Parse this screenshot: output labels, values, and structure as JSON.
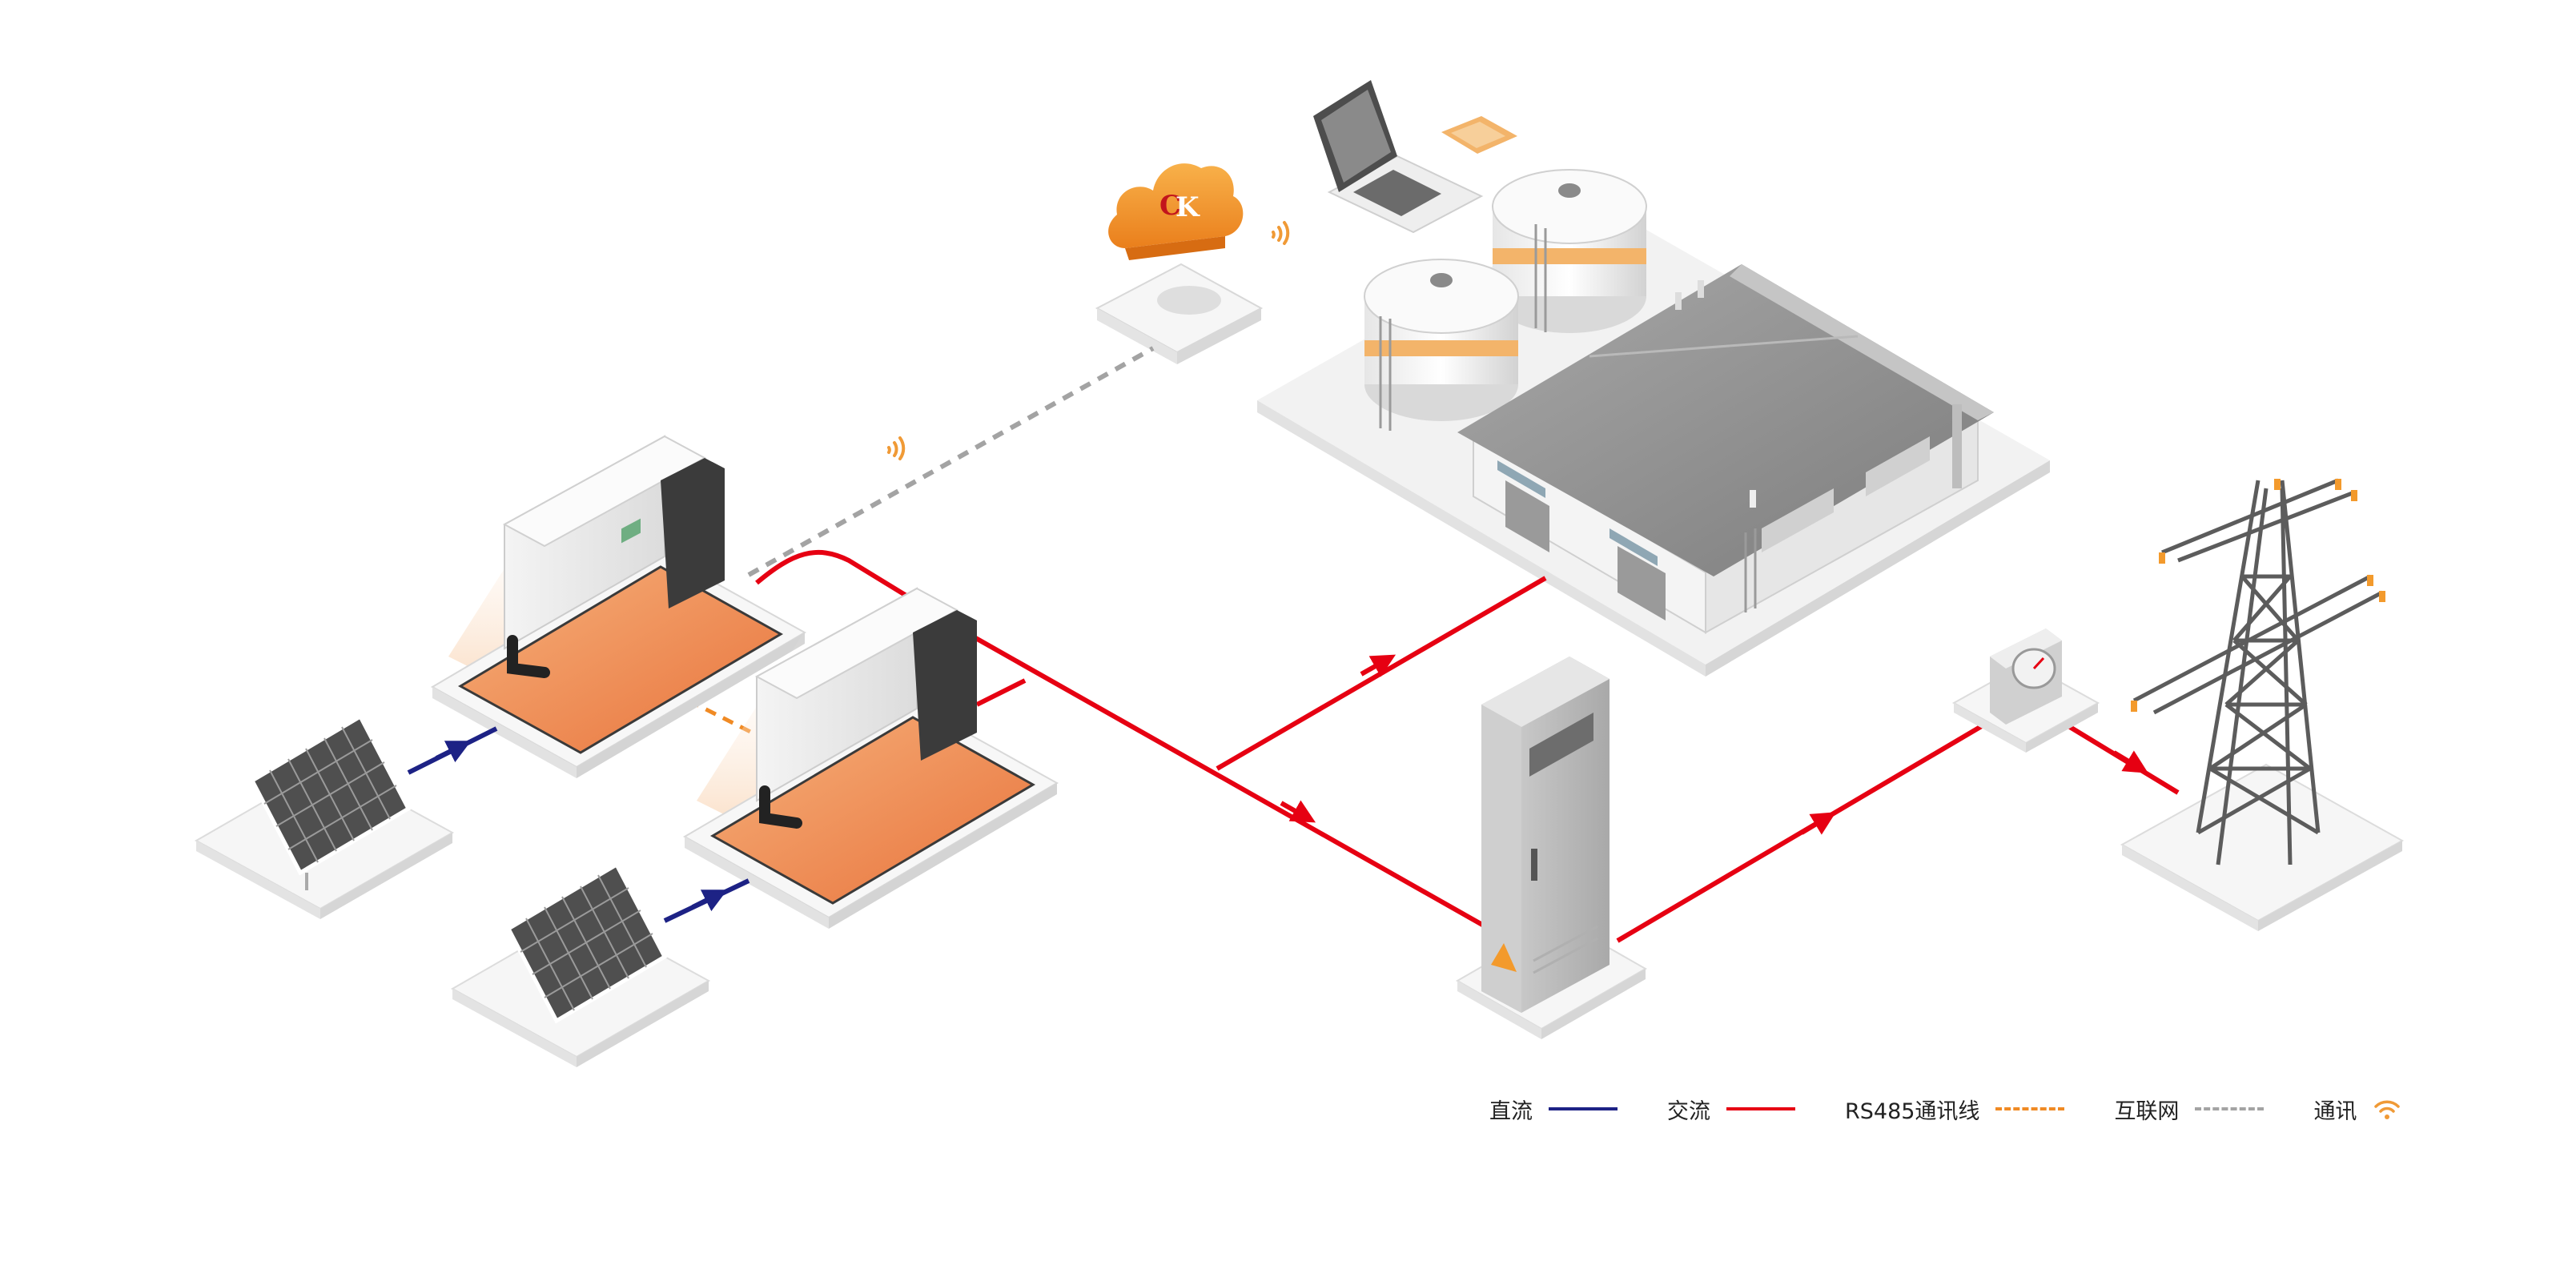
{
  "colors": {
    "dc": "#1d2285",
    "ac": "#e60012",
    "rs485": "#f08a24",
    "internet": "#a3a3a3",
    "comm": "#f09a36",
    "cloud": "#f39a2c",
    "panel_orange": "#ef8a4c",
    "building_roof": "#8e8e8e",
    "tank_band": "#f3b46a"
  },
  "icons": {
    "cloud": "cloud-icon",
    "router": "router-icon",
    "laptop": "laptop-icon",
    "inverter": "inverter-icon",
    "solar_panel": "solar-panel-icon",
    "cabinet": "distribution-cabinet-icon",
    "meter": "energy-meter-icon",
    "tower": "transmission-tower-icon",
    "factory": "factory-icon",
    "tank": "storage-tank-icon",
    "signal": "signal-icon"
  },
  "legend": {
    "dc": "直流",
    "ac": "交流",
    "rs485": "RS485通讯线",
    "internet": "互联网",
    "comm": "通讯"
  }
}
